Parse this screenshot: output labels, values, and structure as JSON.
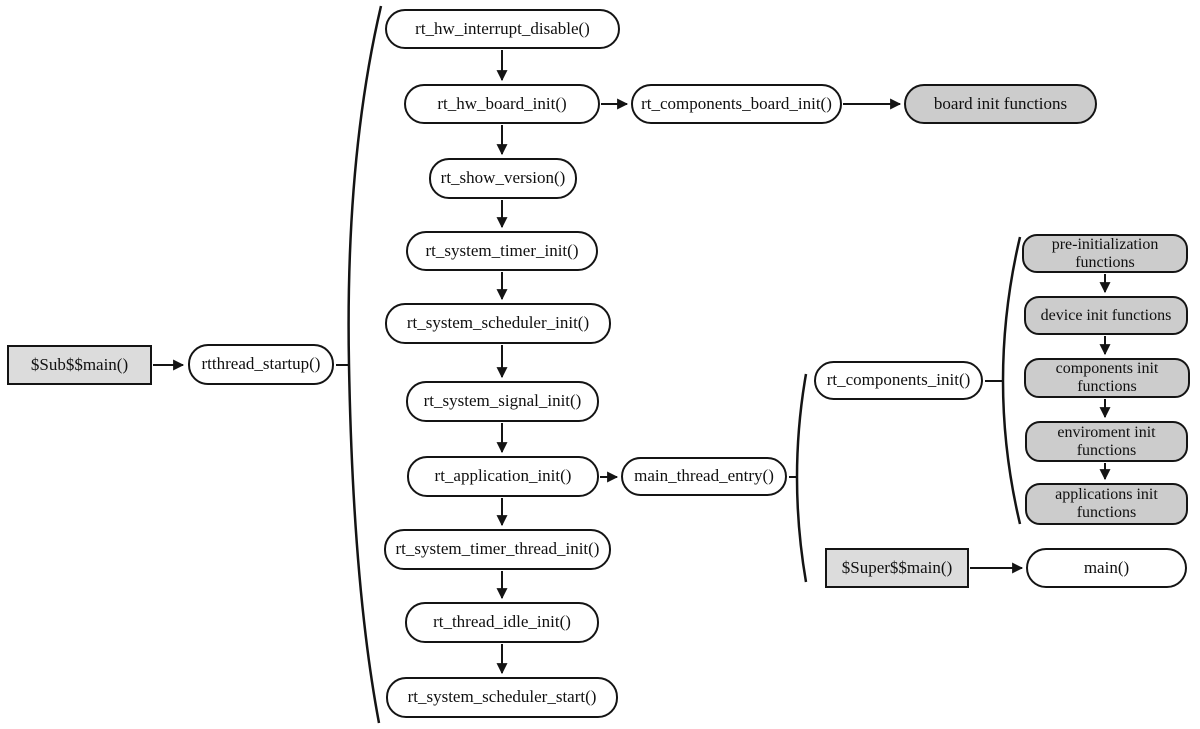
{
  "diagram": {
    "type": "flowchart",
    "colors": {
      "background": "#ffffff",
      "node_fill_white": "#ffffff",
      "node_fill_gray_pill": "#cccccc",
      "node_fill_gray_rect": "#dcdcdc",
      "stroke": "#141414"
    },
    "nodes": {
      "sub_main": "$Sub$$main()",
      "rtthread_startup": "rtthread_startup()",
      "rt_hw_interrupt_disable": "rt_hw_interrupt_disable()",
      "rt_hw_board_init": "rt_hw_board_init()",
      "rt_components_board_init": "rt_components_board_init()",
      "board_init_functions": "board init functions",
      "rt_show_version": "rt_show_version()",
      "rt_system_timer_init": "rt_system_timer_init()",
      "rt_system_scheduler_init": "rt_system_scheduler_init()",
      "rt_system_signal_init": "rt_system_signal_init()",
      "rt_application_init": "rt_application_init()",
      "main_thread_entry": "main_thread_entry()",
      "rt_system_timer_thread_init": "rt_system_timer_thread_init()",
      "rt_thread_idle_init": "rt_thread_idle_init()",
      "rt_system_scheduler_start": "rt_system_scheduler_start()",
      "rt_components_init": "rt_components_init()",
      "pre_initialization_functions": "pre-initialization functions",
      "device_init_functions": "device init functions",
      "components_init_functions": "components init functions",
      "enviroment_init_functions": "enviroment init functions",
      "applications_init_functions": "applications init functions",
      "super_main": "$Super$$main()",
      "main_fn": "main()"
    },
    "edges": [
      {
        "from": "sub_main",
        "to": "rtthread_startup",
        "style": "arrow"
      },
      {
        "from": "rtthread_startup",
        "to": "brace-startup-group",
        "style": "brace"
      },
      {
        "from": "rt_hw_interrupt_disable",
        "to": "rt_hw_board_init",
        "style": "arrow"
      },
      {
        "from": "rt_hw_board_init",
        "to": "rt_components_board_init",
        "style": "arrow"
      },
      {
        "from": "rt_components_board_init",
        "to": "board_init_functions",
        "style": "arrow"
      },
      {
        "from": "rt_hw_board_init",
        "to": "rt_show_version",
        "style": "arrow"
      },
      {
        "from": "rt_show_version",
        "to": "rt_system_timer_init",
        "style": "arrow"
      },
      {
        "from": "rt_system_timer_init",
        "to": "rt_system_scheduler_init",
        "style": "arrow"
      },
      {
        "from": "rt_system_scheduler_init",
        "to": "rt_system_signal_init",
        "style": "arrow"
      },
      {
        "from": "rt_system_signal_init",
        "to": "rt_application_init",
        "style": "arrow"
      },
      {
        "from": "rt_application_init",
        "to": "main_thread_entry",
        "style": "arrow"
      },
      {
        "from": "rt_application_init",
        "to": "rt_system_timer_thread_init",
        "style": "arrow"
      },
      {
        "from": "rt_system_timer_thread_init",
        "to": "rt_thread_idle_init",
        "style": "arrow"
      },
      {
        "from": "rt_thread_idle_init",
        "to": "rt_system_scheduler_start",
        "style": "arrow"
      },
      {
        "from": "main_thread_entry",
        "to": "brace-main-thread-group",
        "style": "brace"
      },
      {
        "from": "rt_components_init",
        "to": "brace-components-group",
        "style": "brace"
      },
      {
        "from": "pre_initialization_functions",
        "to": "device_init_functions",
        "style": "arrow"
      },
      {
        "from": "device_init_functions",
        "to": "components_init_functions",
        "style": "arrow"
      },
      {
        "from": "components_init_functions",
        "to": "enviroment_init_functions",
        "style": "arrow"
      },
      {
        "from": "enviroment_init_functions",
        "to": "applications_init_functions",
        "style": "arrow"
      },
      {
        "from": "super_main",
        "to": "main_fn",
        "style": "arrow"
      }
    ]
  }
}
